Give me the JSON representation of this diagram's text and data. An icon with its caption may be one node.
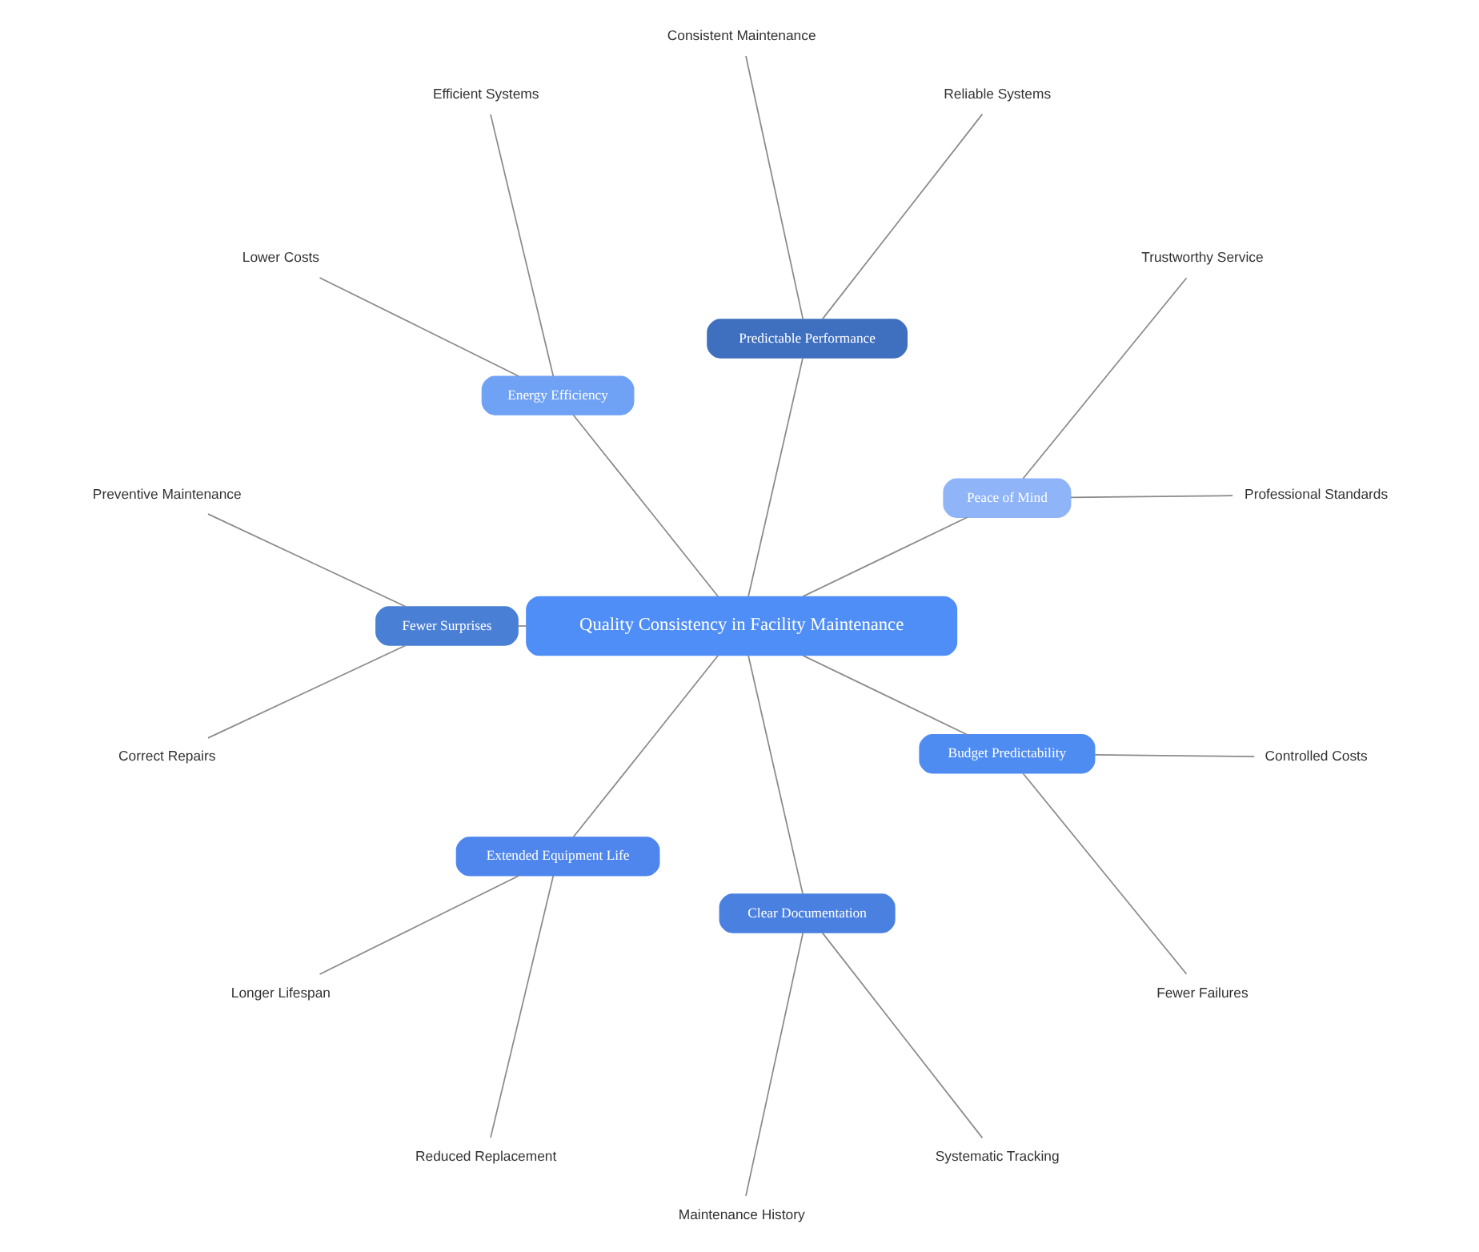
{
  "diagram": {
    "nodes": [
      {
        "text": [
          "Quality Consistency in Facility Maintenance"
        ]
      },
      {
        "text": [
          "Peace of Mind"
        ]
      },
      {
        "text": [
          "Professional Standards"
        ]
      },
      {
        "text": [
          "Trustworthy Service"
        ]
      },
      {
        "text": [
          "Predictable Performance"
        ]
      },
      {
        "text": [
          "Reliable Systems"
        ]
      },
      {
        "text": [
          "Consistent Maintenance"
        ]
      },
      {
        "text": [
          "Energy Efficiency"
        ]
      },
      {
        "text": [
          "Efficient Systems"
        ]
      },
      {
        "text": [
          "Lower Costs"
        ]
      },
      {
        "text": [
          "Fewer Surprises"
        ]
      },
      {
        "text": [
          "Preventive Maintenance"
        ]
      },
      {
        "text": [
          "Correct Repairs"
        ]
      },
      {
        "text": [
          "Extended Equipment Life"
        ]
      },
      {
        "text": [
          "Longer Lifespan"
        ]
      },
      {
        "text": [
          "Reduced Replacement"
        ]
      },
      {
        "text": [
          "Clear Documentation"
        ]
      },
      {
        "text": [
          "Maintenance History"
        ]
      },
      {
        "text": [
          "Systematic Tracking"
        ]
      },
      {
        "text": [
          "Budget Predictability"
        ]
      },
      {
        "text": [
          "Fewer Failures"
        ]
      },
      {
        "text": [
          "Controlled Costs"
        ]
      }
    ],
    "edges": [
      {
        "from": 0,
        "to": 1,
        "arrow": "none"
      },
      {
        "from": 1,
        "to": 2,
        "arrow": "none"
      },
      {
        "from": 1,
        "to": 3,
        "arrow": "none"
      },
      {
        "from": 0,
        "to": 4,
        "arrow": "none"
      },
      {
        "from": 4,
        "to": 5,
        "arrow": "none"
      },
      {
        "from": 4,
        "to": 6,
        "arrow": "none"
      },
      {
        "from": 0,
        "to": 7,
        "arrow": "none"
      },
      {
        "from": 7,
        "to": 8,
        "arrow": "none"
      },
      {
        "from": 7,
        "to": 9,
        "arrow": "none"
      },
      {
        "from": 0,
        "to": 10,
        "arrow": "none"
      },
      {
        "from": 10,
        "to": 11,
        "arrow": "none"
      },
      {
        "from": 10,
        "to": 12,
        "arrow": "none"
      },
      {
        "from": 0,
        "to": 13,
        "arrow": "none"
      },
      {
        "from": 13,
        "to": 14,
        "arrow": "none"
      },
      {
        "from": 13,
        "to": 15,
        "arrow": "none"
      },
      {
        "from": 0,
        "to": 16,
        "arrow": "none"
      },
      {
        "from": 16,
        "to": 17,
        "arrow": "none"
      },
      {
        "from": 16,
        "to": 18,
        "arrow": "none"
      },
      {
        "from": 0,
        "to": 19,
        "arrow": "none"
      },
      {
        "from": 19,
        "to": 20,
        "arrow": "none"
      },
      {
        "from": 19,
        "to": 21,
        "arrow": "none"
      }
    ]
  }
}
